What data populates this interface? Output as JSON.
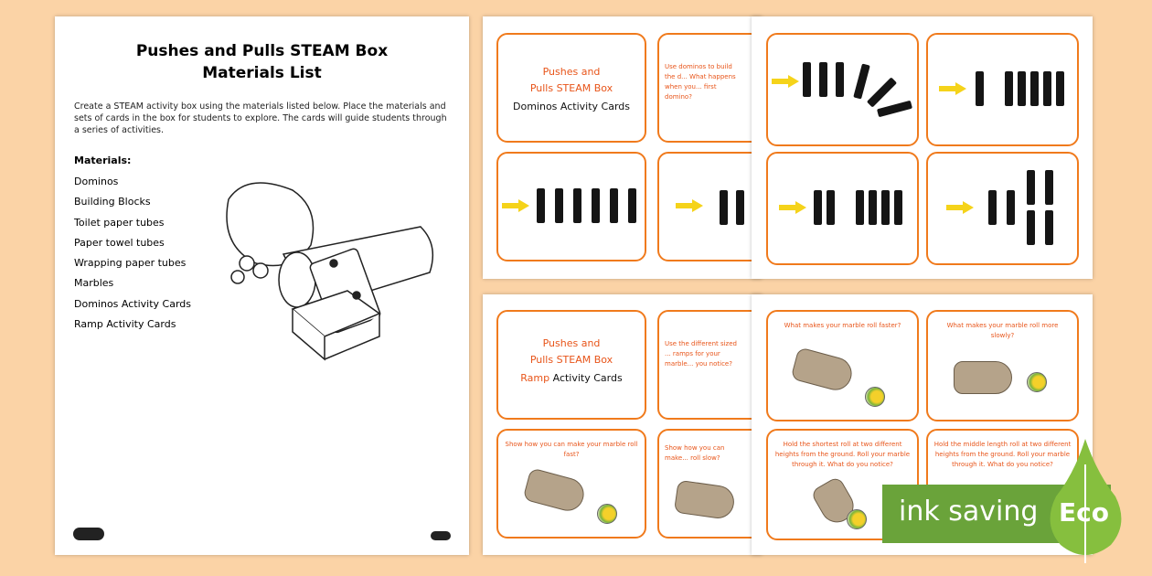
{
  "materials_sheet": {
    "title_line1": "Pushes and Pulls STEAM Box",
    "title_line2": "Materials List",
    "intro": "Create a STEAM activity box using the materials listed below. Place the materials and sets of cards in the box for students to explore. The cards will guide students through a series of activities.",
    "materials_heading": "Materials:",
    "materials": [
      "Dominos",
      "Building Blocks",
      "Toilet paper tubes",
      "Paper towel tubes",
      "Wrapping paper tubes",
      "Marbles",
      "Dominos Activity Cards",
      "Ramp Activity Cards"
    ]
  },
  "domino_cards": {
    "title_line1": "Pushes and",
    "title_line2": "Pulls STEAM Box",
    "subtitle": "Dominos Activity Cards",
    "question": "Use dominos to build the d... What happens when you... first domino?"
  },
  "ramp_cards": {
    "title_line1": "Pushes and",
    "title_line2": "Pulls STEAM Box",
    "subtitle_colored": "Ramp",
    "subtitle_rest": " Activity Cards",
    "question1": "Use the different sized ... ramps for your marble... you notice?",
    "question2": "Show how you can make your marble roll fast?",
    "question3": "Show how you can make... roll slow?",
    "question4": "What makes your marble roll faster?",
    "question5": "What makes your marble roll more slowly?",
    "question6": "Hold the shortest roll at two different heights from the ground. Roll your marble through it. What do you notice?",
    "question7": "Hold the middle length roll at two different heights from the ground. Roll your marble through it. What do you notice?"
  },
  "badge": {
    "label": "ink saving",
    "eco": "Eco"
  },
  "colors": {
    "orange": "#f07a1c",
    "green": "#6aa33a",
    "bg": "#fbd3a6"
  }
}
